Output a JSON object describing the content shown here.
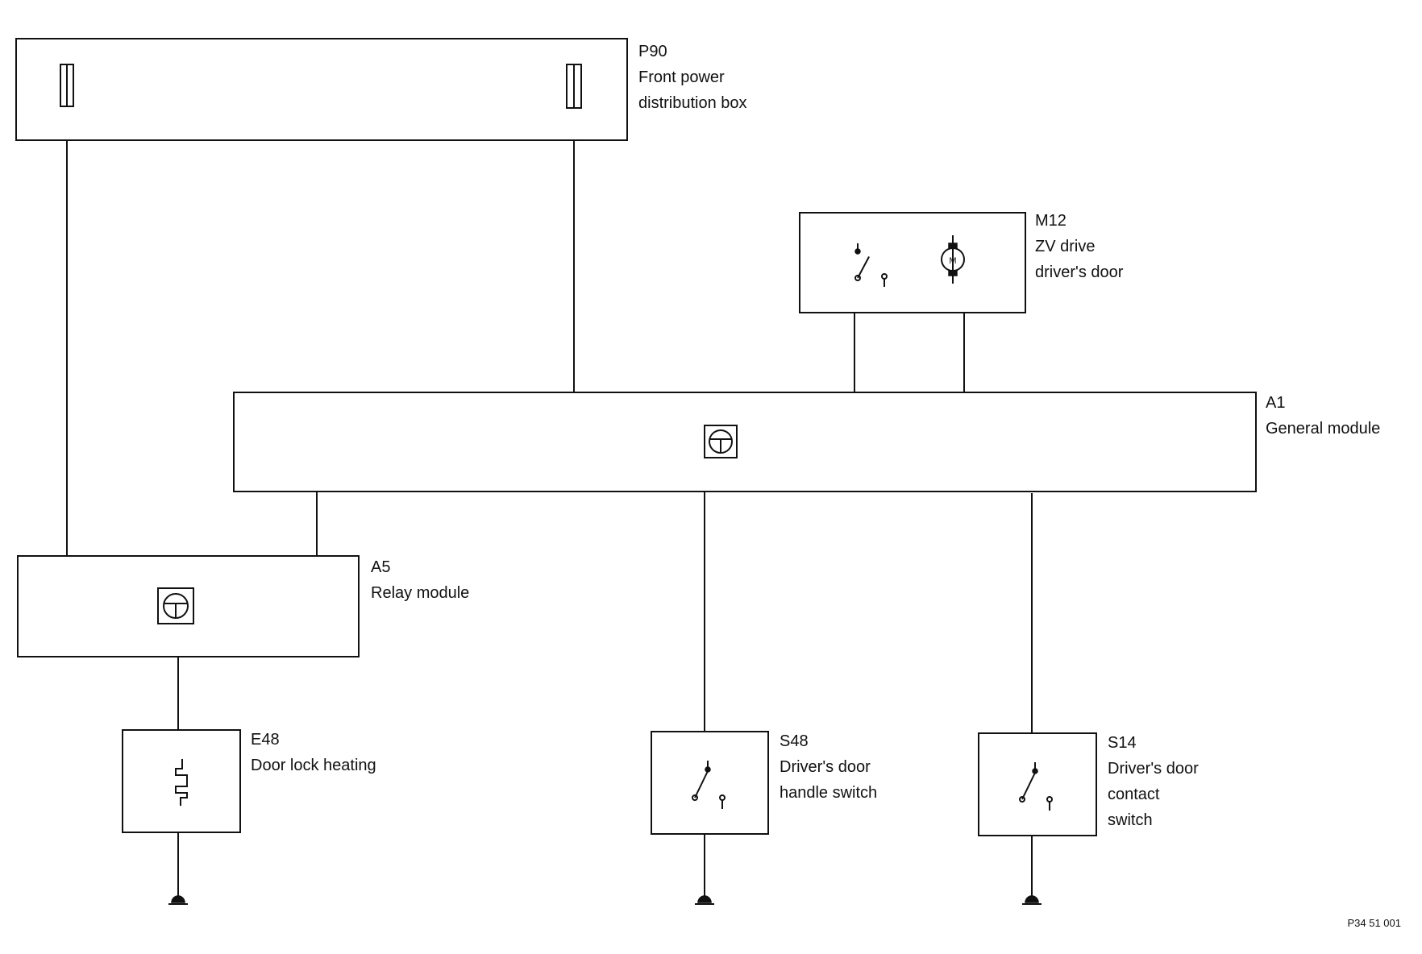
{
  "components": {
    "p90": {
      "id": "P90",
      "lines": [
        "Front power",
        "distribution box"
      ]
    },
    "m12": {
      "id": "M12",
      "lines": [
        "ZV drive",
        "driver's door"
      ],
      "icons": [
        "switch-icon",
        "motor-icon"
      ]
    },
    "a1": {
      "id": "A1",
      "lines": [
        "General module"
      ],
      "icon": "control-unit-icon"
    },
    "a5": {
      "id": "A5",
      "lines": [
        "Relay module"
      ],
      "icon": "control-unit-icon"
    },
    "e48": {
      "id": "E48",
      "lines": [
        "Door lock heating"
      ],
      "icon": "heating-element-icon"
    },
    "s48": {
      "id": "S48",
      "lines": [
        "Driver's door",
        "handle switch"
      ],
      "icon": "switch-icon"
    },
    "s14": {
      "id": "S14",
      "lines": [
        "Driver's door",
        "contact",
        "switch"
      ],
      "icon": "switch-icon"
    }
  },
  "reference": "P34 51 001"
}
